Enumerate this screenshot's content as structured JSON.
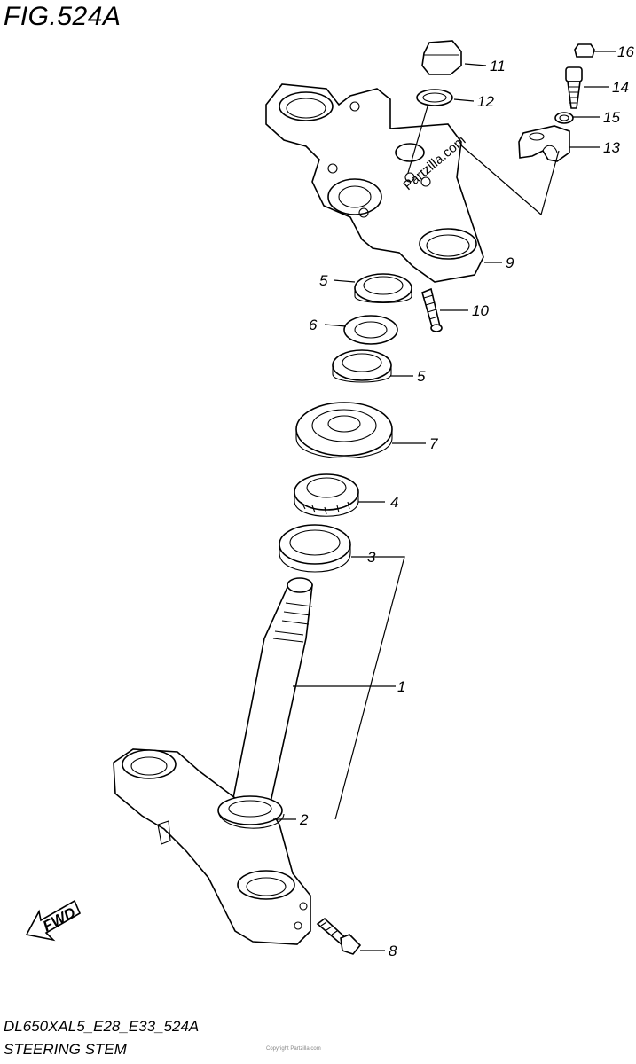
{
  "figure": {
    "title": "FIG.524A",
    "code": "DL650XAL5_E28_E33_524A",
    "name": "STEERING STEM",
    "watermark": "Partzilla.com",
    "small_print": "Copyright Partzilla.com",
    "fwd_label": "FWD"
  },
  "callouts": [
    {
      "id": "1",
      "label": "1"
    },
    {
      "id": "2",
      "label": "2"
    },
    {
      "id": "3",
      "label": "3"
    },
    {
      "id": "4",
      "label": "4"
    },
    {
      "id": "5a",
      "label": "5"
    },
    {
      "id": "5b",
      "label": "5"
    },
    {
      "id": "6",
      "label": "6"
    },
    {
      "id": "7",
      "label": "7"
    },
    {
      "id": "8",
      "label": "8"
    },
    {
      "id": "9",
      "label": "9"
    },
    {
      "id": "10",
      "label": "10"
    },
    {
      "id": "11",
      "label": "11"
    },
    {
      "id": "12",
      "label": "12"
    },
    {
      "id": "13",
      "label": "13"
    },
    {
      "id": "14",
      "label": "14"
    },
    {
      "id": "15",
      "label": "15"
    },
    {
      "id": "16",
      "label": "16"
    }
  ]
}
